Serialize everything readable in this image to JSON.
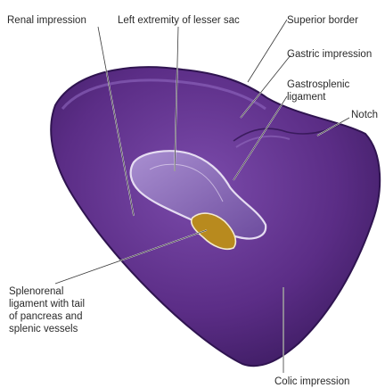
{
  "labels": {
    "renal_impression": "Renal impression",
    "left_extremity": "Left extremity of lesser sac",
    "superior_border": "Superior border",
    "gastric_impression": "Gastric impression",
    "gastrosplenic_1": "Gastrosplenic",
    "gastrosplenic_2": "ligament",
    "notch": "Notch",
    "splenorenal_1": "Splenorenal",
    "splenorenal_2": "ligament with tail",
    "splenorenal_3": "of pancreas and",
    "splenorenal_4": "splenic vessels",
    "colic_impression": "Colic impression"
  },
  "colors": {
    "spleen_body": "#5b2d86",
    "spleen_highlight": "#7a4aa8",
    "spleen_shadow": "#2f1450",
    "hilum": "#8b6fb8",
    "pancreas": "#b88a1e"
  }
}
